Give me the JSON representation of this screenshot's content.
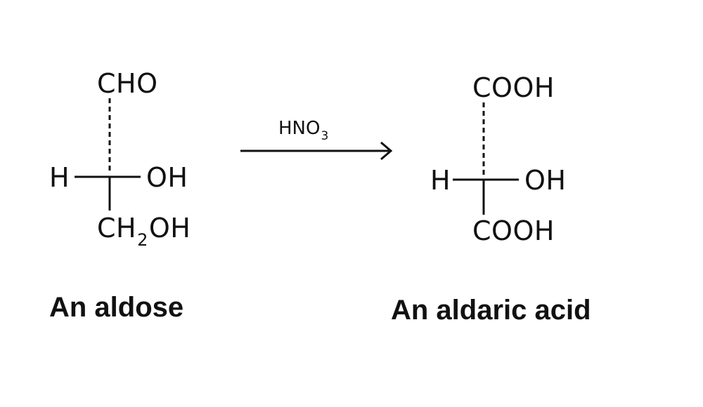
{
  "reactant": {
    "top_group": "CHO",
    "left_atom": "H",
    "right_group": "OH",
    "bottom_group_prefix": "CH",
    "bottom_group_subscript": "2",
    "bottom_group_suffix": "OH",
    "caption": "An aldose"
  },
  "reagent": {
    "prefix": "HNO",
    "subscript": "3"
  },
  "product": {
    "top_group": "COOH",
    "left_atom": "H",
    "right_group": "OH",
    "bottom_group": "COOH",
    "caption": "An aldaric acid"
  },
  "colors": {
    "ink": "#111111",
    "background": "#ffffff"
  }
}
